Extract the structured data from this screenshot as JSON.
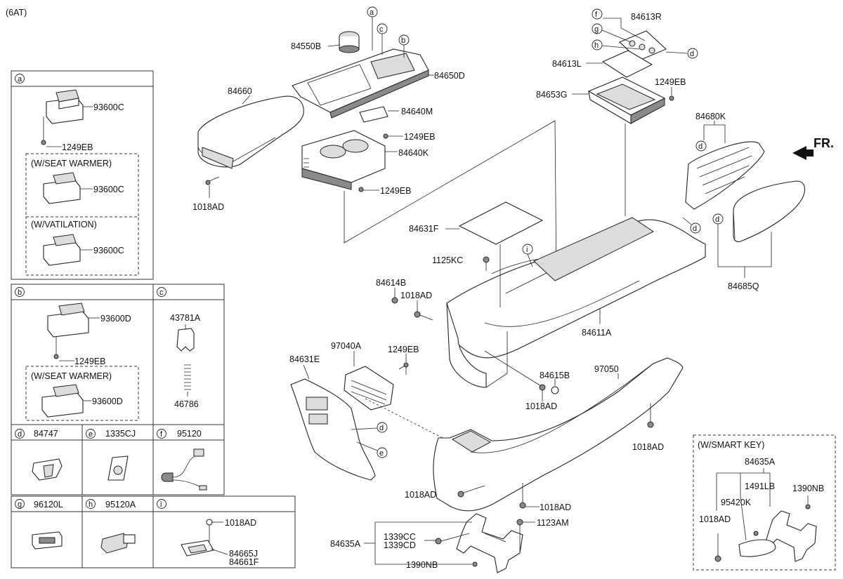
{
  "header": {
    "variant": "(6AT)",
    "front_label": "FR."
  },
  "callouts": {
    "a": "a",
    "b": "b",
    "c": "c",
    "d": "d",
    "e": "e",
    "f": "f",
    "g": "g",
    "h": "h",
    "i": "i"
  },
  "legend": {
    "a": {
      "key": "a",
      "part": "93600C",
      "bolt": "1249EB",
      "seat_warmer": "(W/SEAT WARMER)",
      "seat_warmer_part": "93600C",
      "ventilation": "(W/VATILATION)",
      "ventilation_part": "93600C"
    },
    "b": {
      "key": "b",
      "part": "93600D",
      "bolt": "1249EB",
      "seat_warmer": "(W/SEAT WARMER)",
      "seat_warmer_part": "93600D"
    },
    "c": {
      "key": "c",
      "part1": "43781A",
      "part2": "46786"
    },
    "d": {
      "key": "d",
      "part": "84747"
    },
    "e": {
      "key": "e",
      "part": "1335CJ"
    },
    "f": {
      "key": "f",
      "part": "95120"
    },
    "g": {
      "key": "g",
      "part": "96120L"
    },
    "h": {
      "key": "h",
      "part": "95120A"
    },
    "i": {
      "key": "i",
      "bolt": "1018AD",
      "part1": "84665J",
      "part2": "84661F"
    }
  },
  "parts": {
    "p84550B": "84550B",
    "p84650D": "84650D",
    "p84660": "84660",
    "p84640M": "84640M",
    "p1249EB_a": "1249EB",
    "p84640K": "84640K",
    "p1249EB_b": "1249EB",
    "p1018AD_a": "1018AD",
    "p84613R": "84613R",
    "p84613L": "84613L",
    "p84653G": "84653G",
    "p1249EB_c": "1249EB",
    "p84680K": "84680K",
    "p84685Q": "84685Q",
    "p84631F": "84631F",
    "p1125KC": "1125KC",
    "p84614B": "84614B",
    "p1018AD_b": "1018AD",
    "p84611A": "84611A",
    "p97040A": "97040A",
    "p1249EB_d": "1249EB",
    "p84631E": "84631E",
    "p84615B": "84615B",
    "p1018AD_c": "1018AD",
    "p97050": "97050",
    "p1018AD_d": "1018AD",
    "p1018AD_e": "1018AD",
    "p1018AD_f": "1018AD",
    "p1123AM": "1123AM",
    "p84635A": "84635A",
    "p1339CC": "1339CC",
    "p1339CD": "1339CD",
    "p1390NB": "1390NB"
  },
  "smart_key": {
    "title": "(W/SMART KEY)",
    "p84635A": "84635A",
    "p1491LB": "1491LB",
    "p1390NB": "1390NB",
    "p95420K": "95420K",
    "p1018AD": "1018AD"
  }
}
